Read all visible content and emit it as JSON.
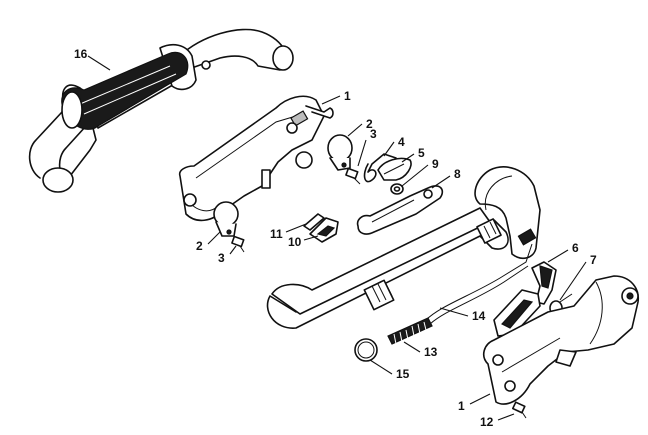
{
  "callouts": [
    {
      "id": "c16",
      "label": "16"
    },
    {
      "id": "c1a",
      "label": "1"
    },
    {
      "id": "c2a",
      "label": "2"
    },
    {
      "id": "c3a",
      "label": "3"
    },
    {
      "id": "c4",
      "label": "4"
    },
    {
      "id": "c5",
      "label": "5"
    },
    {
      "id": "c9",
      "label": "9"
    },
    {
      "id": "c8",
      "label": "8"
    },
    {
      "id": "c11",
      "label": "11"
    },
    {
      "id": "c10",
      "label": "10"
    },
    {
      "id": "c2b",
      "label": "2"
    },
    {
      "id": "c3b",
      "label": "3"
    },
    {
      "id": "c6",
      "label": "6"
    },
    {
      "id": "c7",
      "label": "7"
    },
    {
      "id": "c14",
      "label": "14"
    },
    {
      "id": "c13",
      "label": "13"
    },
    {
      "id": "c15",
      "label": "15"
    },
    {
      "id": "c1b",
      "label": "1"
    },
    {
      "id": "c12",
      "label": "12"
    }
  ]
}
